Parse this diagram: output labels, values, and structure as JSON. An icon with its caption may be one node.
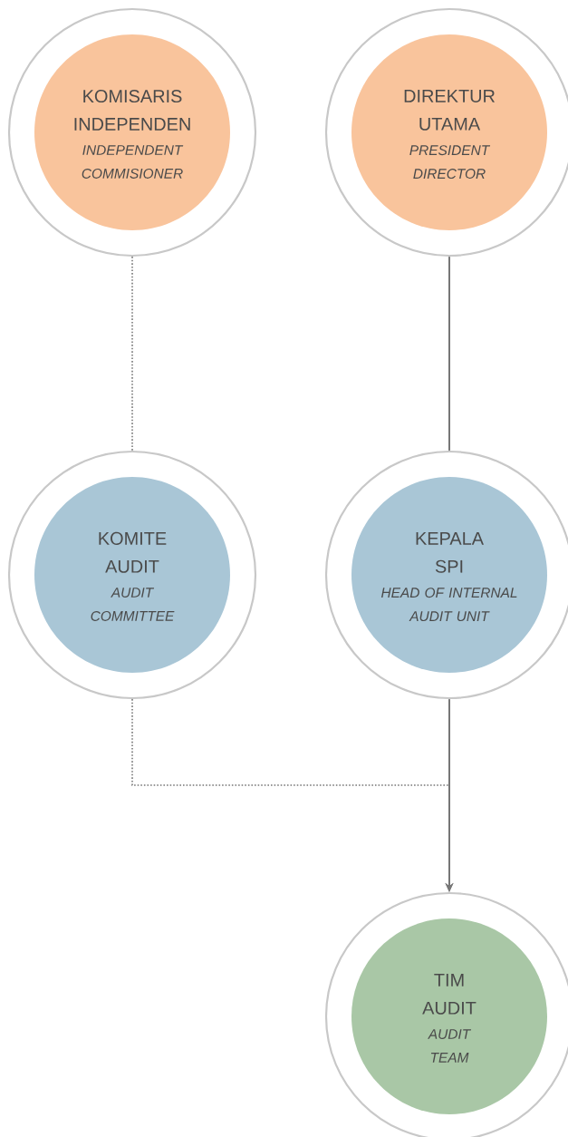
{
  "diagram": {
    "nodes": [
      {
        "text": [
          "KOMISARIS INDEPENDEN",
          "INDEPENDENT COMMISIONER"
        ]
      },
      {
        "text": [
          "DIREKTUR UTAMA",
          "PRESIDENT DIRECTOR"
        ]
      },
      {
        "text": [
          "KOMITE AUDIT",
          "AUDIT COMMITTEE"
        ]
      },
      {
        "text": [
          "KEPALA SPI",
          "HEAD OF INTERNAL AUDIT UNIT"
        ]
      },
      {
        "text": [
          "TIM AUDIT",
          "AUDIT TEAM"
        ]
      }
    ],
    "edges": [
      {
        "from": 0,
        "to": 2,
        "arrow": "none",
        "style": "dashed"
      },
      {
        "from": 1,
        "to": 3,
        "arrow": "none"
      },
      {
        "from": 3,
        "to": 4,
        "arrow": "to"
      },
      {
        "from": 2,
        "to": 4,
        "arrow": "to",
        "style": "dashed"
      }
    ]
  }
}
